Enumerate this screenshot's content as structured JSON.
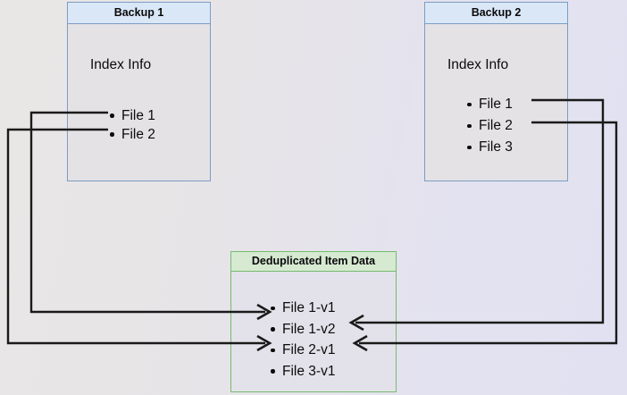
{
  "diagram": {
    "title": "Backup deduplication index diagram",
    "background": {
      "color_left": "#e9e6e6",
      "color_right": "#e1e1f1"
    },
    "colors": {
      "backup_border": "#7d9cc4",
      "backup_header_fill": "#d9e7f7",
      "backup_body_fill": "#e4e2e5",
      "dedup_border": "#77ba70",
      "dedup_header_fill": "#d6ead2",
      "dedup_body_fill": "#e3e2ea",
      "connector": "#1a1a1a",
      "text": "#0b0b0b"
    },
    "nodes": {
      "backup1": {
        "title": "Backup 1",
        "section_label": "Index Info",
        "items": [
          "File 1",
          "File 2"
        ]
      },
      "backup2": {
        "title": "Backup 2",
        "section_label": "Index Info",
        "items": [
          "File 1",
          "File 2",
          "File 3"
        ]
      },
      "dedup": {
        "title": "Deduplicated Item Data",
        "items": [
          "File 1-v1",
          "File 1-v2",
          "File 2-v1",
          "File 3-v1"
        ]
      }
    },
    "connectors": [
      {
        "name": "backup1-file1-to-file1v1",
        "from": "Backup 1 / File 1",
        "to": "Deduplicated Item Data / File 1-v1",
        "arrowhead": "open-v",
        "direction": "left-to-right"
      },
      {
        "name": "backup1-file2-to-file2v1",
        "from": "Backup 1 / File 2",
        "to": "Deduplicated Item Data / File 2-v1",
        "arrowhead": "open-v",
        "direction": "left-to-right"
      },
      {
        "name": "backup2-file1-to-file1v2",
        "from": "Backup 2 / File 1",
        "to": "Deduplicated Item Data / File 1-v2",
        "arrowhead": "open-v",
        "direction": "right-to-left"
      },
      {
        "name": "backup2-file2-to-file2v1",
        "from": "Backup 2 / File 2",
        "to": "Deduplicated Item Data / File 2-v1",
        "arrowhead": "open-v",
        "direction": "right-to-left"
      }
    ]
  }
}
